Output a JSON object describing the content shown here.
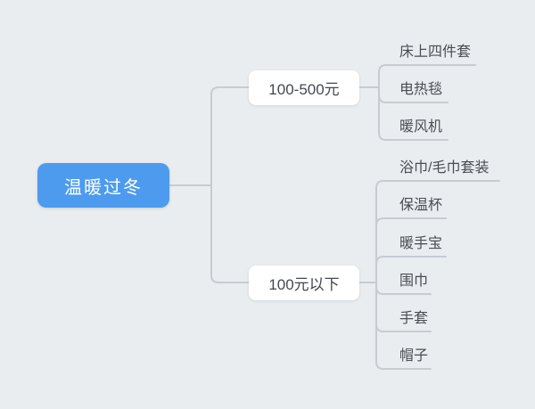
{
  "colors": {
    "background": "#e9edef",
    "root_fill": "#4d9bee",
    "root_text": "#ffffff",
    "node_fill": "#ffffff",
    "node_text": "#44484f",
    "leaf_text": "#494e55",
    "connector": "#c6ccd2"
  },
  "root": {
    "label": "温暖过冬"
  },
  "branches": [
    {
      "label": "100-500元",
      "children": [
        {
          "label": "床上四件套"
        },
        {
          "label": "电热毯"
        },
        {
          "label": "暖风机"
        }
      ]
    },
    {
      "label": "100元以下",
      "children": [
        {
          "label": "浴巾/毛巾套装"
        },
        {
          "label": "保温杯"
        },
        {
          "label": "暖手宝"
        },
        {
          "label": "围巾"
        },
        {
          "label": "手套"
        },
        {
          "label": "帽子"
        }
      ]
    }
  ]
}
